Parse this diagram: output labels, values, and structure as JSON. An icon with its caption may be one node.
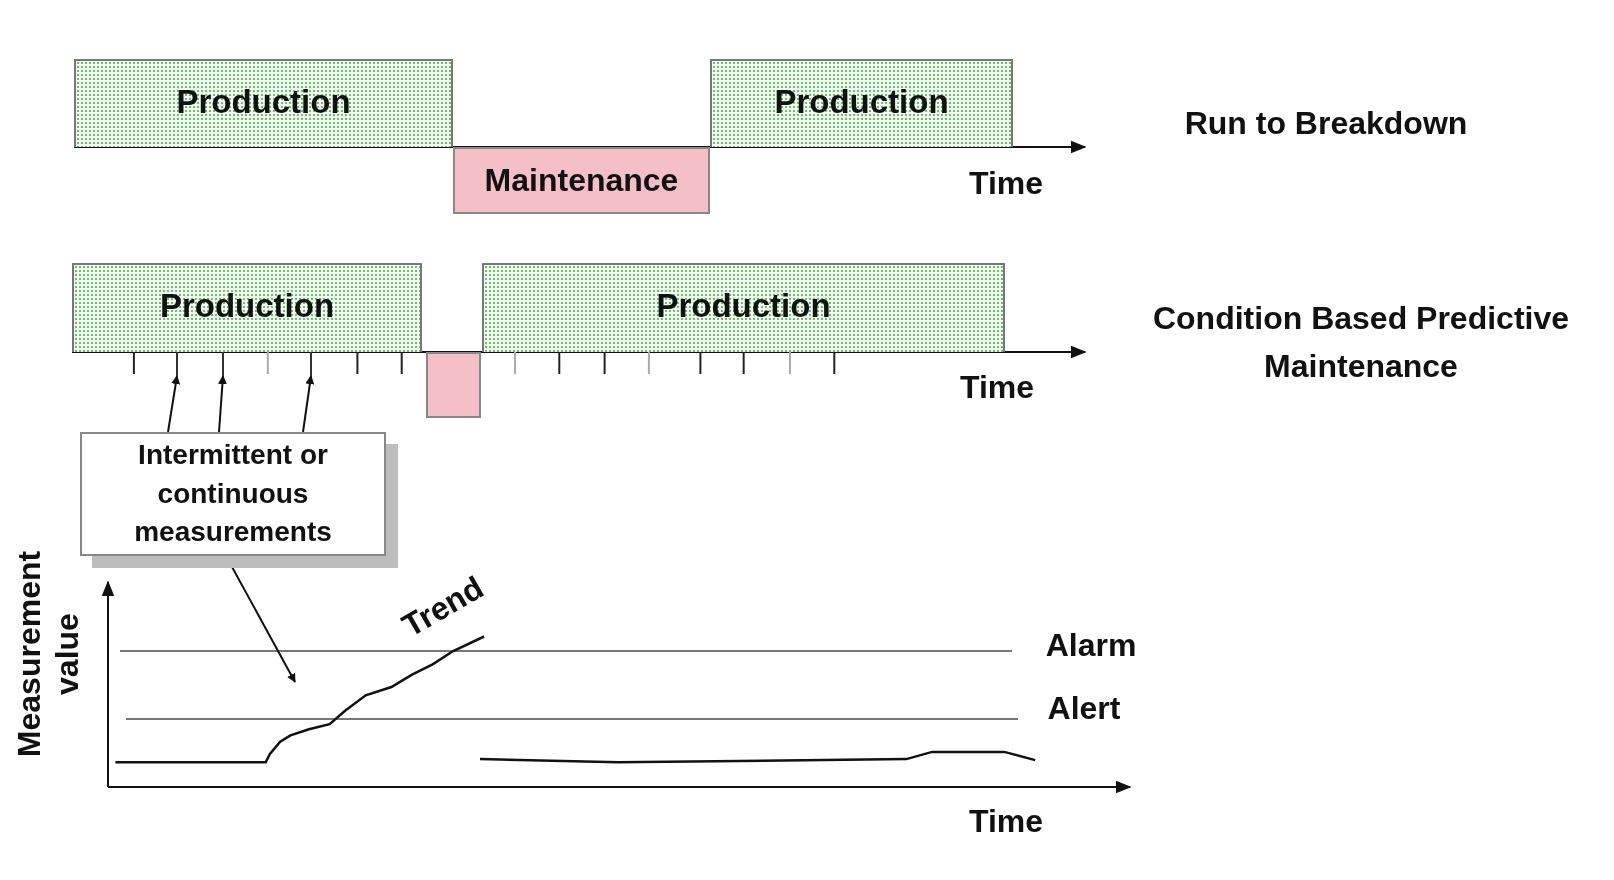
{
  "diagram": {
    "nodes": [
      {
        "text": [
          "Production"
        ]
      },
      {
        "text": [
          "Production"
        ]
      },
      {
        "text": [
          "Maintenance"
        ]
      },
      {
        "text": [
          "Production"
        ]
      },
      {
        "text": [
          "Production"
        ]
      },
      {
        "text": [],
        "shape": "box"
      },
      {
        "text": [
          "Intermittent or continuous measurements"
        ]
      },
      {
        "text": [],
        "shape": "bar"
      },
      {
        "text": [],
        "shape": "bar"
      },
      {
        "text": [],
        "shape": "bar"
      }
    ],
    "edges": [
      {
        "from": 6,
        "to": 7,
        "arrow": "to"
      },
      {
        "from": 6,
        "to": 8,
        "arrow": "to"
      },
      {
        "from": 6,
        "to": 9,
        "arrow": "to"
      },
      {
        "from": 6,
        "to": null,
        "arrow": "to"
      }
    ],
    "labels": [
      "Run to Breakdown",
      "Time",
      "Condition Based Predictive Maintenance",
      "Time",
      "Trend",
      "Alarm",
      "Measurement value",
      "Alert",
      "Time"
    ]
  }
}
